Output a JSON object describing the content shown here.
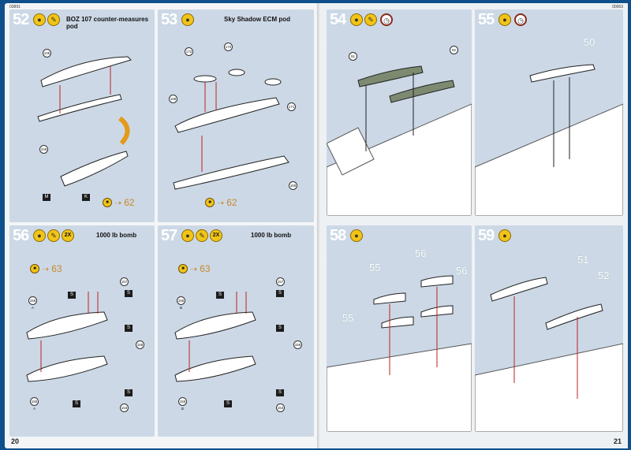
{
  "spread": {
    "left_page_code": "03891",
    "right_page_code": "00063",
    "left_page_number": "20",
    "right_page_number": "21"
  },
  "steps": [
    {
      "id": "52",
      "title": "BOZ 107 counter-measures pod",
      "callouts": [
        "105",
        "106"
      ],
      "decals": [
        "M",
        "K"
      ],
      "ref": "62"
    },
    {
      "id": "53",
      "title": "Sky Shadow ECM pod",
      "callouts": [
        "172",
        "170",
        "168",
        "171",
        "169"
      ],
      "ref": "62"
    },
    {
      "id": "54",
      "title": "",
      "callouts": [
        "91",
        "92"
      ]
    },
    {
      "id": "55",
      "title": "",
      "big_numbers": [
        "50"
      ]
    },
    {
      "id": "56",
      "title": "1000 lb bomb",
      "badge": "2X",
      "callouts": [
        "157",
        "156 A",
        "158",
        "155 A",
        "153"
      ],
      "decals": [
        "S",
        "S",
        "S",
        "S",
        "S"
      ],
      "ref": "63"
    },
    {
      "id": "57",
      "title": "1000 lb bomb",
      "badge": "2X",
      "callouts": [
        "157",
        "156 B",
        "158",
        "155 B",
        "153"
      ],
      "decals": [
        "S",
        "S",
        "S",
        "S",
        "S"
      ],
      "ref": "63"
    },
    {
      "id": "58",
      "title": "",
      "big_numbers": [
        "55",
        "56",
        "56",
        "55"
      ]
    },
    {
      "id": "59",
      "title": "",
      "big_numbers": [
        "51",
        "52"
      ]
    }
  ],
  "colors": {
    "panel": "#ccd8e6",
    "accent": "#f2c417",
    "ref": "#c58a2a",
    "bg": "#0e4f8c"
  }
}
